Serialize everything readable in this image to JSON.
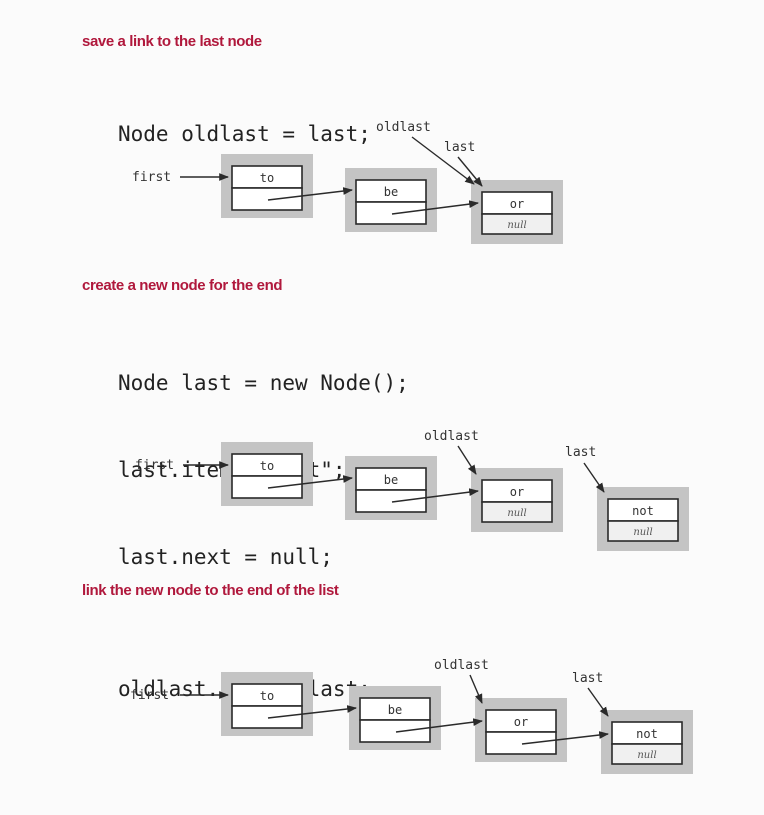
{
  "steps": [
    {
      "heading": "save a link to the last node",
      "code": [
        "Node oldlast = last;"
      ]
    },
    {
      "heading": "create a new node for the end",
      "code": [
        "Node last = new Node();",
        "last.item = \"not\";",
        "last.next = null;"
      ]
    },
    {
      "heading": "link the new node to the end of the list",
      "code": [
        "oldlast.next = last;"
      ]
    }
  ],
  "labels": {
    "first": "first",
    "oldlast": "oldlast",
    "last": "last",
    "null": "null"
  },
  "items": {
    "to": "to",
    "be": "be",
    "or": "or",
    "not": "not"
  },
  "colors": {
    "heading": "#b0183c",
    "node_shade": "#c4c4c4"
  }
}
